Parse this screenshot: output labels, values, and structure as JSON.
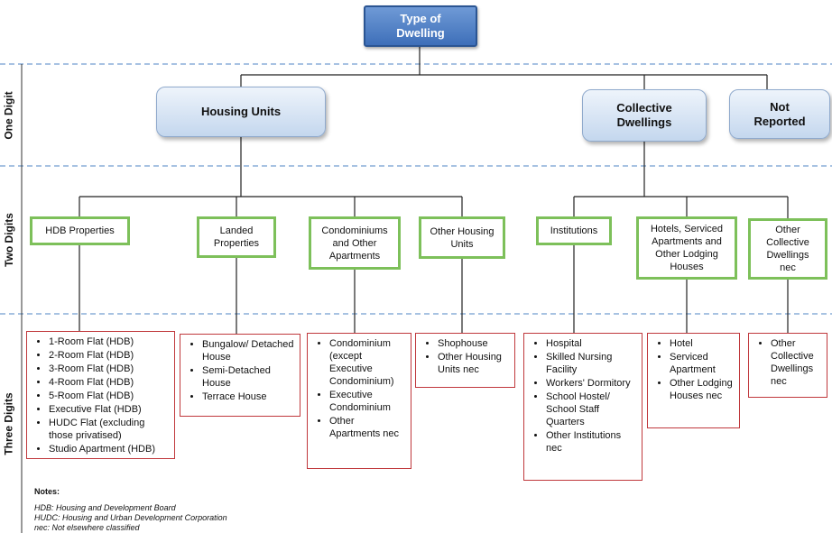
{
  "levels": [
    "One Digit",
    "Two Digits",
    "Three Digits"
  ],
  "root": {
    "label": "Type of\nDwelling"
  },
  "level1": {
    "housing_units": "Housing Units",
    "collective_dwellings": "Collective\nDwellings",
    "not_reported": "Not\nReported"
  },
  "level2": {
    "hdb_properties": "HDB Properties",
    "landed_properties": "Landed\nProperties",
    "condominiums": "Condominiums\nand Other\nApartments",
    "other_housing_units": "Other Housing\nUnits",
    "institutions": "Institutions",
    "hotels": "Hotels, Serviced\nApartments and\nOther Lodging\nHouses",
    "other_collective": "Other\nCollective\nDwellings\nnec"
  },
  "level3": {
    "hdb": [
      "1-Room Flat (HDB)",
      "2-Room Flat (HDB)",
      "3-Room Flat (HDB)",
      "4-Room Flat (HDB)",
      "5-Room Flat (HDB)",
      "Executive Flat (HDB)",
      "HUDC Flat (excluding those privatised)",
      "Studio Apartment (HDB)"
    ],
    "landed": [
      "Bungalow/ Detached House",
      "Semi-Detached House",
      "Terrace House"
    ],
    "condo": [
      "Condominium (except Executive Condominium)",
      "Executive Condominium",
      "Other Apartments nec"
    ],
    "other_housing": [
      "Shophouse",
      "Other Housing Units nec"
    ],
    "institutions": [
      "Hospital",
      "Skilled Nursing Facility",
      "Workers' Dormitory",
      "School Hostel/ School Staff Quarters",
      "Other Institutions nec"
    ],
    "hotels": [
      "Hotel",
      "Serviced Apartment",
      "Other Lodging Houses nec"
    ],
    "other_collective": [
      "Other Collective Dwellings nec"
    ]
  },
  "notes": {
    "title": "Notes:",
    "items": [
      "HDB: Housing and Development Board",
      "HUDC: Housing and Urban Development Corporation",
      "nec: Not elsewhere classified"
    ]
  },
  "colors": {
    "root_fill": "#4a7cc4",
    "level1_fill": "#d4e2f3",
    "level2_border": "#7dc05a",
    "level3_border": "#c0383c",
    "divider": "#4f86c6"
  }
}
